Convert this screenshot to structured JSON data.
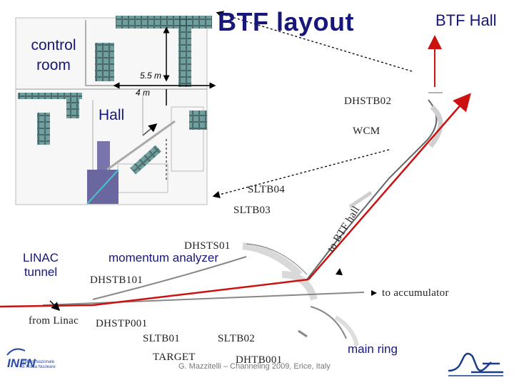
{
  "slide": {
    "title": "BTF layout",
    "btf_hall": "BTF Hall",
    "control_room": "control room",
    "hall": "Hall",
    "linac_tunnel": "LINAC tunnel",
    "momentum_analyzer": "momentum analyzer",
    "main_ring": "main ring",
    "footer": "G. Mazzitelli – Channeling 2009, Erice, Italy"
  },
  "dimensions": {
    "length_1": "5.5 m",
    "length_2": "4 m"
  },
  "beamline_labels": {
    "dhstb02": "DHSTB02",
    "wcm": "WCM",
    "sltb04": "SLTB04",
    "sltb03": "SLTB03",
    "dhsts01": "DHSTS01",
    "dhstb101": "DHSTB101",
    "from_linac": "from Linac",
    "dhstp001": "DHSTP001",
    "sltb01": "SLTB01",
    "sltb02": "SLTB02",
    "target": "TARGET",
    "dhtb001": "DHTB001",
    "to_accumulator": "to accumulator",
    "to_btf_hall": "to BTF hall"
  },
  "logo": {
    "infn_mark": "INFN",
    "infn_line1": "Istituto Nazionale",
    "infn_line2": "di Fisica Nucleare"
  },
  "colors": {
    "title": "#17177a",
    "beam": "#cc1111",
    "blocks": "#6f9f9f",
    "arrow": "#000000",
    "infn_blue": "#2a4aa0"
  }
}
